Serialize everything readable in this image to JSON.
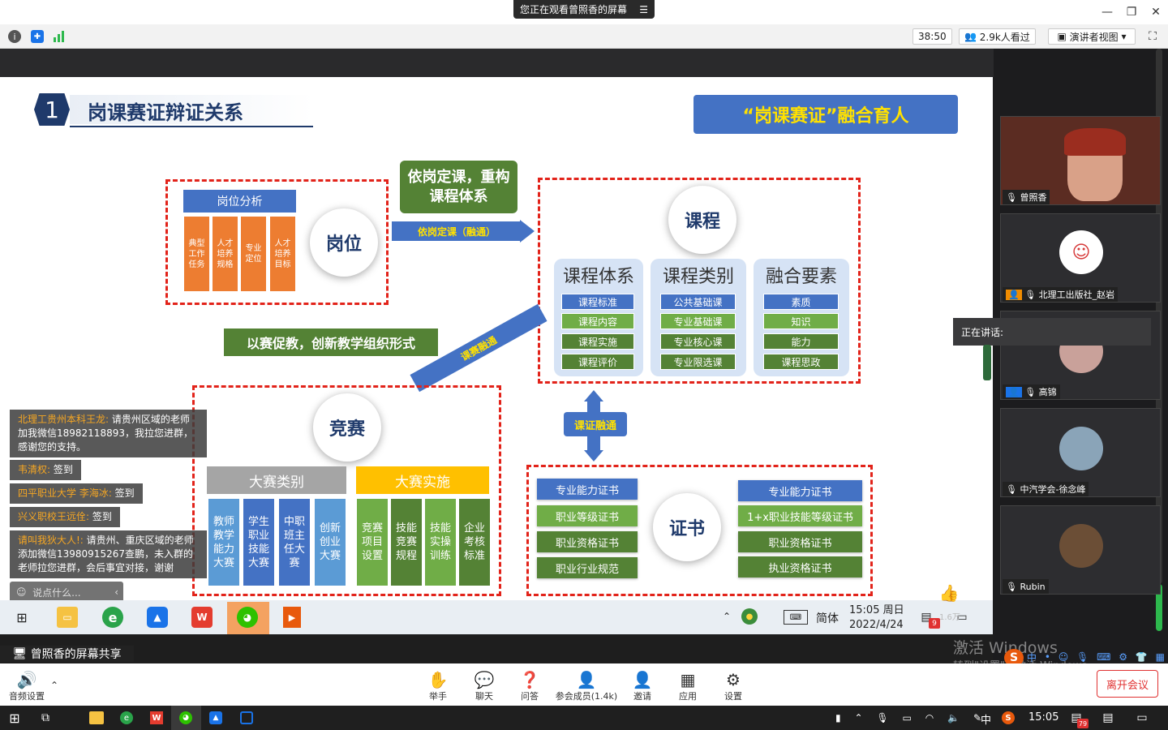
{
  "banner": {
    "text": "您正在观看曾照香的屏幕",
    "menu_icon": "menu-icon"
  },
  "infobar": {
    "time": "38:50",
    "viewers": "2.9k人看过",
    "view_mode": "演讲者视图"
  },
  "slide": {
    "number": "1",
    "title": "岗课赛证辩证关系",
    "banner_title": "“岗课赛证”融合育人",
    "green_box": "依岗定课，重构课程体系",
    "arrow1": "依岗定课（融通）",
    "green_box2": "以赛促教，创新教学组织形式",
    "arrow2": "课赛融通",
    "arrow3": "课证融通",
    "gangwei": {
      "header": "岗位分析",
      "circle": "岗位",
      "items": [
        "典型工作任务",
        "人才培养规格",
        "专业定位",
        "人才培养目标"
      ]
    },
    "kecheng": {
      "circle": "课程",
      "panels": [
        {
          "title": "课程体系",
          "items": [
            "课程标准",
            "课程内容",
            "课程实施",
            "课程评价"
          ]
        },
        {
          "title": "课程类别",
          "items": [
            "公共基础课",
            "专业基础课",
            "专业核心课",
            "专业限选课"
          ]
        },
        {
          "title": "融合要素",
          "items": [
            "素质",
            "知识",
            "能力",
            "课程思政"
          ]
        }
      ]
    },
    "jingsai": {
      "circle": "竞赛",
      "left_title": "大赛类别",
      "right_title": "大赛实施",
      "left_items": [
        "教师教学能力大赛",
        "学生职业技能大赛",
        "中职班主任大赛",
        "创新创业大赛"
      ],
      "right_items": [
        "竞赛项目设置",
        "技能竞赛规程",
        "技能实操训练",
        "企业考核标准"
      ]
    },
    "zhengshu": {
      "circle": "证书",
      "left_items": [
        "专业能力证书",
        "职业等级证书",
        "职业资格证书",
        "职业行业规范"
      ],
      "right_items": [
        "专业能力证书",
        "1+x职业技能等级证书",
        "职业资格证书",
        "执业资格证书"
      ]
    }
  },
  "chat": [
    {
      "name": "北理工贵州本科王龙:",
      "msg": " 请贵州区域的老师加我微信18982118893，我拉您进群，感谢您的支持。"
    },
    {
      "name": "韦清权:",
      "msg": " 签到"
    },
    {
      "name": "四平职业大学 李海冰:",
      "msg": " 签到"
    },
    {
      "name": "兴义职校王远佺:",
      "msg": " 签到"
    },
    {
      "name": "请叫我狄大人!:",
      "msg": " 请贵州、重庆区域的老师添加微信13980915267查鹏，未入群的老师拉您进群，会后事宜对接，谢谢"
    }
  ],
  "chat_input_placeholder": "说点什么...",
  "share_taskbar": {
    "ime": "简体",
    "time": "15:05 周日",
    "date": "2022/4/24",
    "badge": "9",
    "likes": "1.6万"
  },
  "share_label": "曾照香的屏幕共享",
  "speaking_label": "正在讲话:",
  "watermark": {
    "line1": "激活 Windows",
    "line2": "转到\"设置\"以激活 Windows。"
  },
  "participants": [
    {
      "name": "曾照香"
    },
    {
      "name": "北理工出版社_赵岩"
    },
    {
      "name": "高锦"
    },
    {
      "name": "中汽学会-徐念峰"
    },
    {
      "name": "Rubin"
    }
  ],
  "toolbar": {
    "audio": "音频设置",
    "hand": "举手",
    "chat": "聊天",
    "qa": "问答",
    "members": "参会成员(1.4k)",
    "invite": "邀请",
    "apps": "应用",
    "settings": "设置",
    "leave": "离开会议"
  },
  "systray": {
    "ime": "中",
    "time": "15:05",
    "badge": "79"
  }
}
